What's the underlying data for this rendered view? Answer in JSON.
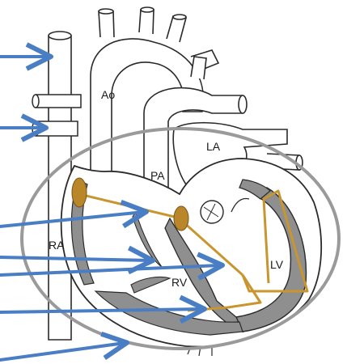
{
  "diagram": {
    "labels": {
      "aorta": "Ao",
      "left_atrium": "LA",
      "pulmonary_artery": "PA",
      "right_atrium": "RA",
      "right_ventricle": "RV",
      "left_ventricle": "LV"
    },
    "colors": {
      "outline": "#2a2a2a",
      "wall": "#8f8f8f",
      "conduction": "#c8952e",
      "node": "#b9862a",
      "arrow": "#4a7ec4",
      "ellipse": "#9a9a9a"
    },
    "arrow_count": 7
  }
}
